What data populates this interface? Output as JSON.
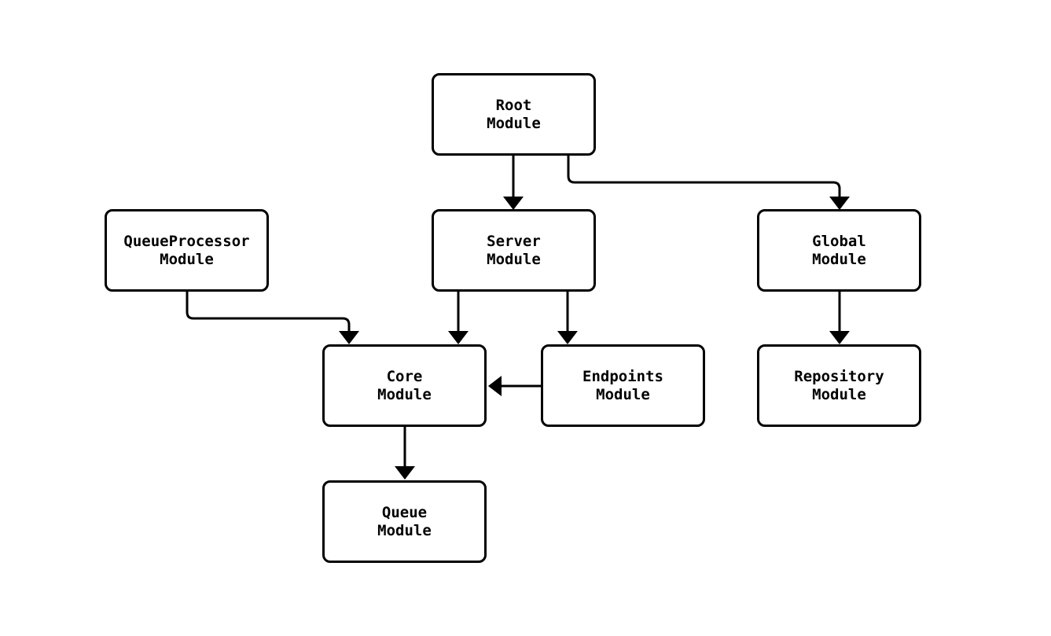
{
  "colors": {
    "background": "#ffffff",
    "node_fill": "#ffffff",
    "node_border": "#000000",
    "edge": "#000000",
    "text": "#000000"
  },
  "nodes": {
    "root": {
      "label": "Root\nModule"
    },
    "queue_processor": {
      "label": "QueueProcessor\nModule"
    },
    "server": {
      "label": "Server\nModule"
    },
    "global": {
      "label": "Global\nModule"
    },
    "core": {
      "label": "Core\nModule"
    },
    "endpoints": {
      "label": "Endpoints\nModule"
    },
    "repository": {
      "label": "Repository\nModule"
    },
    "queue": {
      "label": "Queue\nModule"
    }
  },
  "edges": [
    {
      "from": "Root Module",
      "to": "Server Module"
    },
    {
      "from": "Root Module",
      "to": "Global Module"
    },
    {
      "from": "QueueProcessor Module",
      "to": "Core Module"
    },
    {
      "from": "Server Module",
      "to": "Core Module"
    },
    {
      "from": "Server Module",
      "to": "Endpoints Module"
    },
    {
      "from": "Endpoints Module",
      "to": "Core Module"
    },
    {
      "from": "Global Module",
      "to": "Repository Module"
    },
    {
      "from": "Core Module",
      "to": "Queue Module"
    }
  ]
}
